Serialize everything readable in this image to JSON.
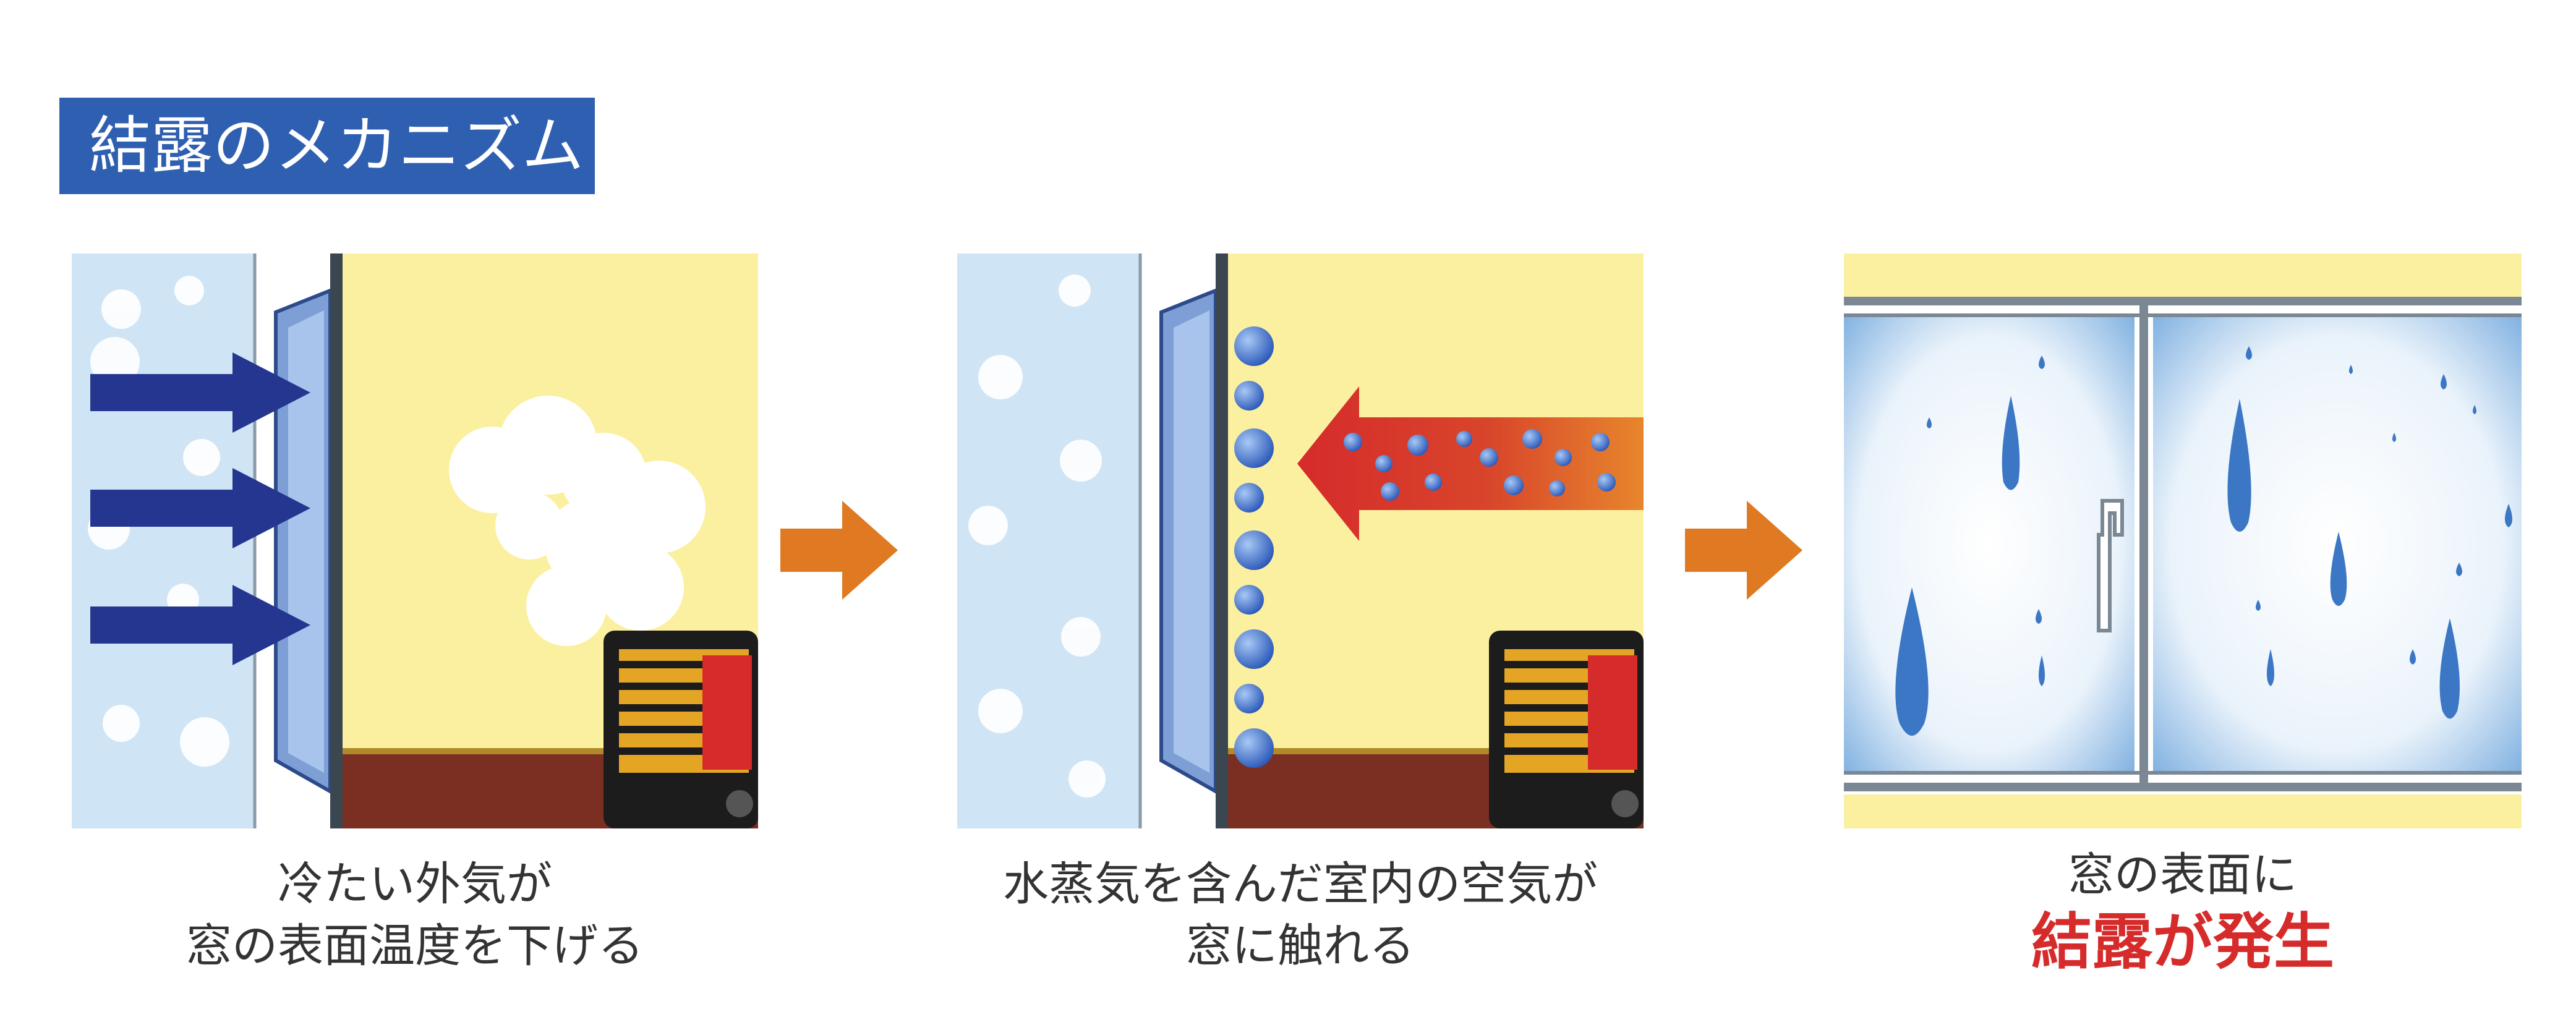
{
  "title": "結露のメカニズム",
  "steps": [
    {
      "line1": "冷たい外気が",
      "line2": "窓の表面温度を下げる"
    },
    {
      "line1": "水蒸気を含んだ室内の空気が",
      "line2": "窓に触れる"
    },
    {
      "line1": "窓の表面に",
      "line2": "結露が発生"
    }
  ],
  "colors": {
    "title_bg": "#2f5fb0",
    "outdoor": "#cfe4f5",
    "indoor_wall": "#fbf0a0",
    "floor": "#7a2f22",
    "cold_arrow": "#24368f",
    "warm_arrow_start": "#d62b2b",
    "warm_arrow_end": "#e7862c",
    "step_arrow": "#e07a22",
    "emphasis": "#d62b2b"
  }
}
